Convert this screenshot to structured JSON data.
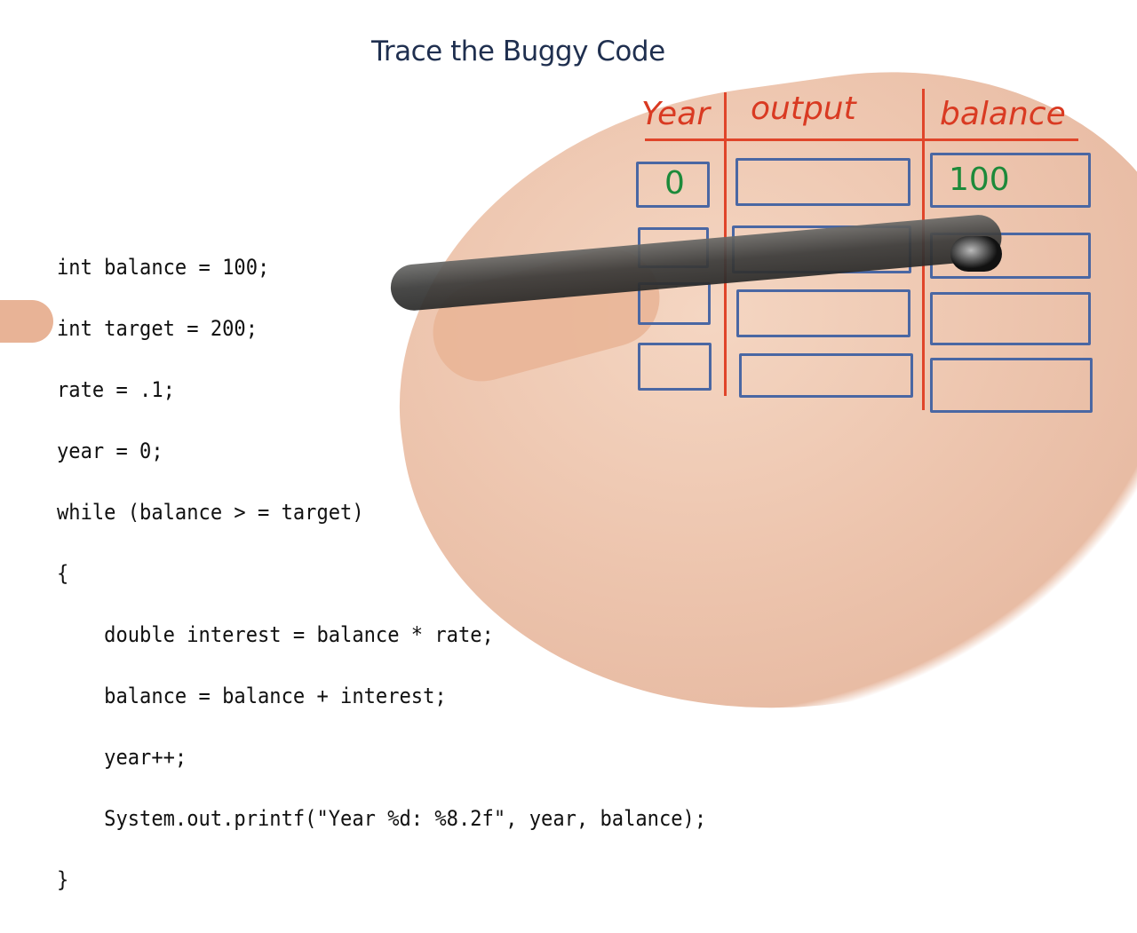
{
  "slide": {
    "title": "Trace the Buggy Code"
  },
  "code": {
    "lines": [
      "int balance = 100;",
      "int target = 200;",
      "rate = .1;",
      "year = 0;",
      "while (balance > = target)",
      "{",
      "    double interest = balance * rate;",
      "    balance = balance + interest;",
      "    year++;",
      "    System.out.printf(\"Year %d: %8.2f\", year, balance);",
      "}"
    ]
  },
  "trace_table": {
    "headers": [
      "Year",
      "output",
      "balance"
    ],
    "rows": [
      {
        "year": "0",
        "output": "",
        "balance": "100"
      },
      {
        "year": "",
        "output": "",
        "balance": ""
      },
      {
        "year": "",
        "output": "",
        "balance": ""
      },
      {
        "year": "",
        "output": "",
        "balance": ""
      }
    ],
    "colors": {
      "header_ink": "#d93a22",
      "grid_lines": "#e0452a",
      "cell_border": "#4a67a3",
      "value_ink": "#1d8a3a"
    }
  }
}
